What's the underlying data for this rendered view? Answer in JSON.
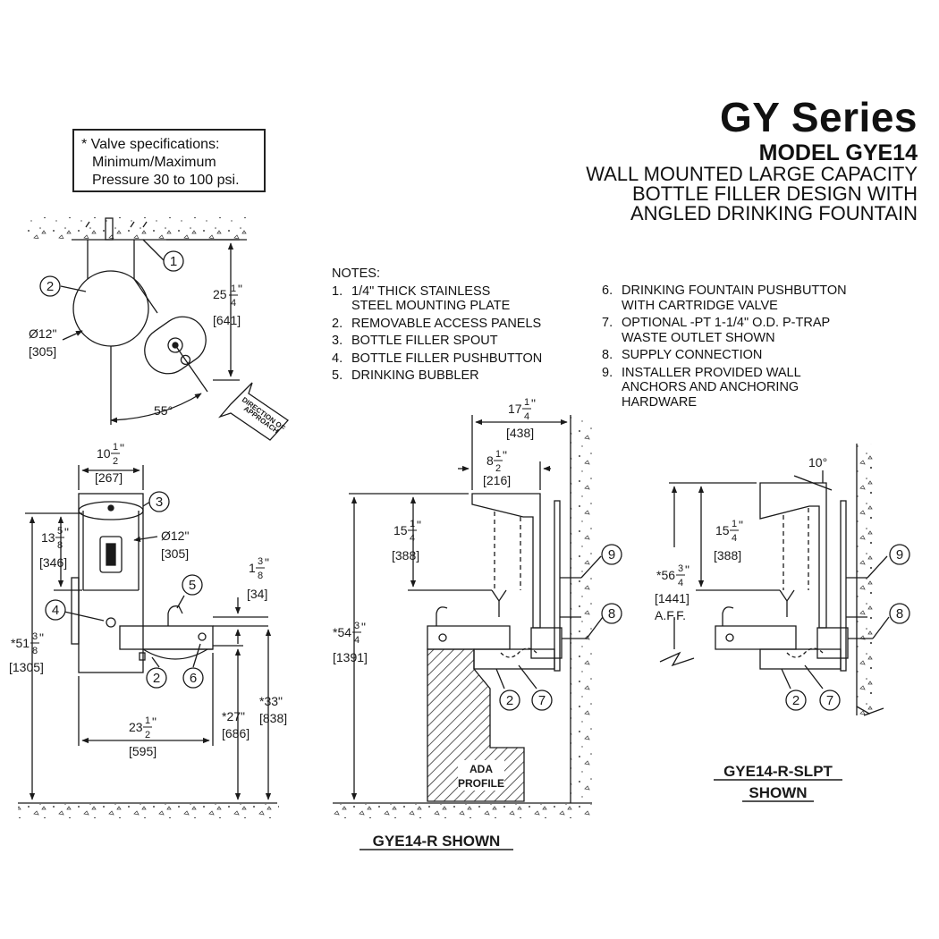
{
  "title": {
    "series": "GY Series",
    "model": "MODEL GYE14",
    "description_lines": [
      "WALL MOUNTED LARGE CAPACITY",
      "BOTTLE FILLER DESIGN WITH",
      "ANGLED DRINKING FOUNTAIN"
    ]
  },
  "valve_spec": [
    "* Valve specifications:",
    "Minimum/Maximum",
    "Pressure 30 to 100 psi."
  ],
  "notes": {
    "heading": "NOTES:",
    "left": [
      {
        "num": "1.",
        "lines": [
          "1/4\" THICK STAINLESS",
          "STEEL MOUNTING PLATE"
        ]
      },
      {
        "num": "2.",
        "lines": [
          "REMOVABLE ACCESS PANELS"
        ]
      },
      {
        "num": "3.",
        "lines": [
          "BOTTLE FILLER SPOUT"
        ]
      },
      {
        "num": "4.",
        "lines": [
          "BOTTLE FILLER PUSHBUTTON"
        ]
      },
      {
        "num": "5.",
        "lines": [
          "DRINKING BUBBLER"
        ]
      }
    ],
    "right": [
      {
        "num": "6.",
        "lines": [
          "DRINKING FOUNTAIN PUSHBUTTON",
          "WITH CARTRIDGE VALVE"
        ]
      },
      {
        "num": "7.",
        "lines": [
          "OPTIONAL -PT 1-1/4\" O.D. P-TRAP",
          "WASTE OUTLET SHOWN"
        ]
      },
      {
        "num": "8.",
        "lines": [
          "SUPPLY CONNECTION"
        ]
      },
      {
        "num": "9.",
        "lines": [
          "INSTALLER PROVIDED WALL",
          "ANCHORS AND ANCHORING",
          "HARDWARE"
        ]
      }
    ]
  },
  "top_view": {
    "depth": {
      "whole": "25",
      "num": "1",
      "den": "4",
      "mm": "[641]"
    },
    "diameter": {
      "label": "Ø12\"",
      "mm": "[305]"
    },
    "angle": "55°",
    "approach_lines": [
      "DIRECTION OF",
      "APPROACH"
    ],
    "callouts": [
      "1",
      "2"
    ]
  },
  "front_view": {
    "width_top": {
      "whole": "10",
      "num": "1",
      "den": "2",
      "mm": "[267]"
    },
    "height_panel": {
      "whole": "13",
      "num": "5",
      "den": "8",
      "mm": "[346]"
    },
    "overall_height": {
      "whole": "*51",
      "num": "3",
      "den": "8",
      "mm": "[1305]"
    },
    "diameter": {
      "label": "Ø12\"",
      "mm": "[305]"
    },
    "basin_height": {
      "whole": "1",
      "num": "3",
      "den": "8",
      "mm": "[34]"
    },
    "overall_width": {
      "whole": "23",
      "num": "1",
      "den": "2",
      "mm": "[595]"
    },
    "rim_height": {
      "label": "*27\"",
      "mm": "[686]"
    },
    "bubbler_height": {
      "label": "*33\"",
      "mm": "[838]"
    },
    "callouts": [
      "3",
      "4",
      "5",
      "2",
      "6"
    ]
  },
  "side_view_r": {
    "depth": {
      "whole": "17",
      "num": "1",
      "den": "4",
      "mm": "[438]"
    },
    "tower_depth": {
      "whole": "8",
      "num": "1",
      "den": "2",
      "mm": "[216]"
    },
    "filler_height": {
      "whole": "15",
      "num": "1",
      "den": "4",
      "mm": "[388]"
    },
    "overall_height": {
      "whole": "*54",
      "num": "3",
      "den": "4",
      "mm": "[1391]"
    },
    "ada_lines": [
      "ADA",
      "PROFILE"
    ],
    "caption": "GYE14-R SHOWN",
    "callouts": [
      "9",
      "8",
      "2",
      "7"
    ]
  },
  "side_view_slpt": {
    "angle": "10°",
    "filler_height": {
      "whole": "15",
      "num": "1",
      "den": "4",
      "mm": "[388]"
    },
    "overall_height": {
      "whole": "*56",
      "num": "3",
      "den": "4",
      "mm": "[1441]",
      "note": "A.F.F."
    },
    "caption_lines": [
      "GYE14-R-SLPT",
      "SHOWN"
    ],
    "callouts": [
      "9",
      "8",
      "2",
      "7"
    ]
  },
  "colors": {
    "line": "#1a1a1a",
    "hatch": "#333333",
    "background": "#ffffff"
  }
}
